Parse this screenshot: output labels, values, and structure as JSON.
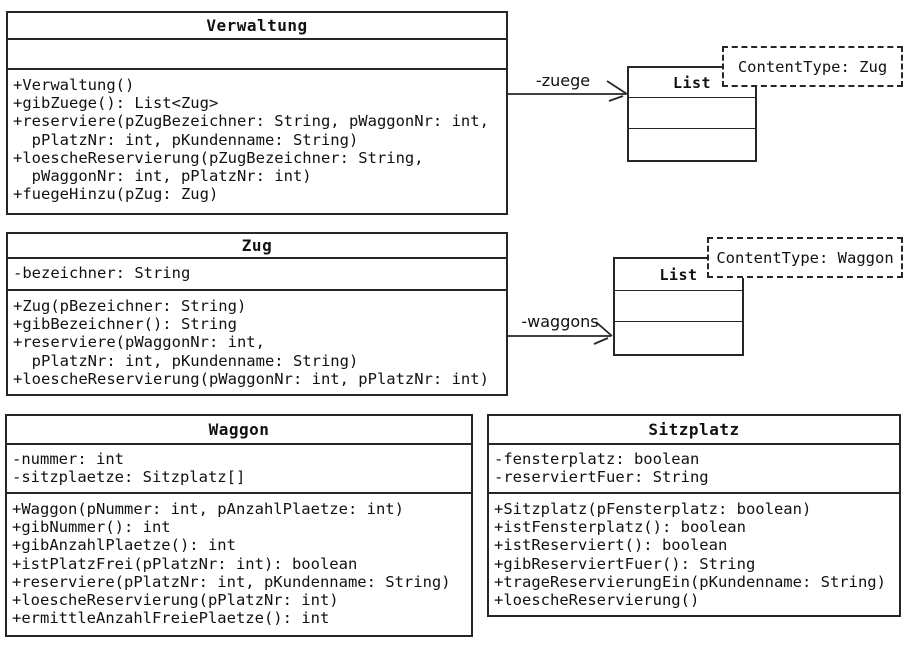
{
  "classes": [
    {
      "name": "Verwaltung",
      "attributes": [],
      "methods": [
        "+Verwaltung()",
        "+gibZuege(): List<Zug>",
        "+reserviere(pZugBezeichner: String, pWaggonNr: int,",
        "  pPlatzNr: int, pKundenname: String)",
        "+loescheReservierung(pZugBezeichner: String,",
        "  pWaggonNr: int, pPlatzNr: int)",
        "+fuegeHinzu(pZug: Zug)"
      ]
    },
    {
      "name": "Zug",
      "attributes": [
        "-bezeichner: String"
      ],
      "methods": [
        "+Zug(pBezeichner: String)",
        "+gibBezeichner(): String",
        "+reserviere(pWaggonNr: int,",
        "  pPlatzNr: int, pKundenname: String)",
        "+loescheReservierung(pWaggonNr: int, pPlatzNr: int)"
      ]
    },
    {
      "name": "Waggon",
      "attributes": [
        "-nummer: int",
        "-sitzplaetze: Sitzplatz[]"
      ],
      "methods": [
        "+Waggon(pNummer: int, pAnzahlPlaetze: int)",
        "+gibNummer(): int",
        "+gibAnzahlPlaetze(): int",
        "+istPlatzFrei(pPlatzNr: int): boolean",
        "+reserviere(pPlatzNr: int, pKundenname: String)",
        "+loescheReservierung(pPlatzNr: int)",
        "+ermittleAnzahlFreiePlaetze(): int"
      ]
    },
    {
      "name": "Sitzplatz",
      "attributes": [
        "-fensterplatz: boolean",
        "-reserviertFuer: String"
      ],
      "methods": [
        "+Sitzplatz(pFensterplatz: boolean)",
        "+istFensterplatz(): boolean",
        "+istReserviert(): boolean",
        "+gibReserviertFuer(): String",
        "+trageReservierungEin(pKundenname: String)",
        "+loescheReservierung()"
      ]
    }
  ],
  "list_boxes": [
    {
      "name": "List",
      "content_type": "ContentType: Zug"
    },
    {
      "name": "List",
      "content_type": "ContentType: Waggon"
    }
  ],
  "associations": [
    {
      "label": "-zuege"
    },
    {
      "label": "-waggons"
    }
  ],
  "colors": {
    "line": "#262626",
    "background": "#ffffff"
  }
}
